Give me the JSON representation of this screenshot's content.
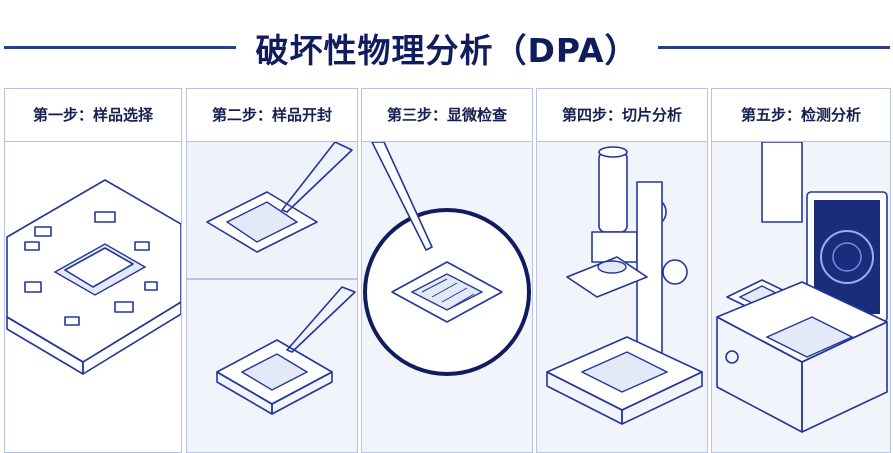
{
  "title": "破坏性物理分析（DPA）",
  "steps": [
    {
      "label": "第一步：样品选择"
    },
    {
      "label": "第二步：样品开封"
    },
    {
      "label": "第三步：显微检查"
    },
    {
      "label": "第四步：切片分析"
    },
    {
      "label": "第五步：检测分析"
    }
  ],
  "colors": {
    "primary": "#101c5e",
    "line": "#23369a",
    "panel_bg": "#f1f4fb",
    "border": "#b7c3e3"
  }
}
